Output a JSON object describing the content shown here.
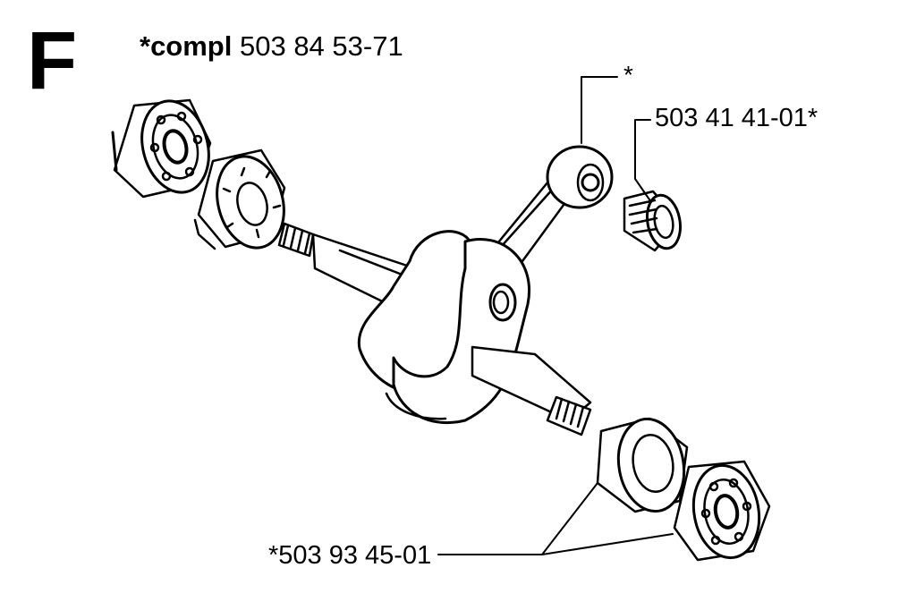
{
  "section_letter": "F",
  "assembly": {
    "prefix": "*compl",
    "part_number": "503 84 53-71"
  },
  "callouts": {
    "connecting_rod": "*",
    "needle_bearing": "503 41 41-01*",
    "seals_and_bearings": "*503 93 45-01"
  }
}
